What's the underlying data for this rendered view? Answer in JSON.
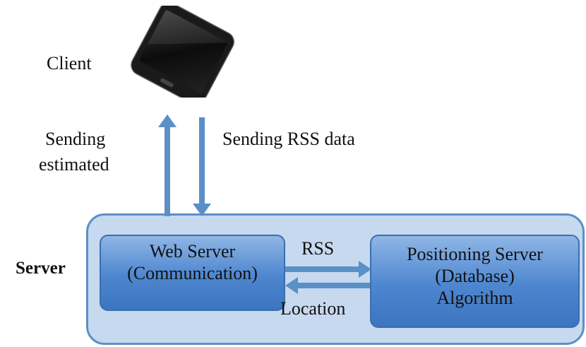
{
  "client": {
    "label": "Client"
  },
  "arrows": {
    "up_label_line1": "Sending",
    "up_label_line2": "estimated",
    "down_label": "Sending RSS data",
    "rss_label": "RSS",
    "location_label": "Location"
  },
  "server": {
    "label": "Server",
    "web_server": {
      "line1": "Web Server",
      "line2": "(Communication)"
    },
    "positioning_server": {
      "line1": "Positioning Server",
      "line2": "(Database)",
      "line3": "Algorithm"
    }
  },
  "colors": {
    "arrow": "#5b8fc7",
    "server_fill": "#c7d9ef",
    "node_fill": "#4d86cf"
  }
}
